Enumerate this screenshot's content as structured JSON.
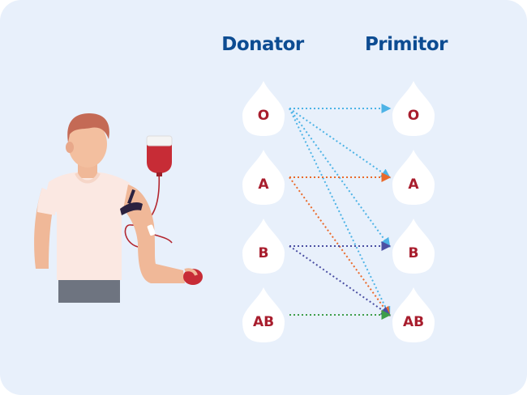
{
  "titles": {
    "donor": "Donator",
    "recipient": "Primitor"
  },
  "colors": {
    "background": "#e8f0fb",
    "title": "#0d4c92",
    "drop": "#ffffff",
    "drop_text": "#a81d2d",
    "arrow_O": "#4db3e6",
    "arrow_A": "#ea6a2b",
    "arrow_B": "#4b4fa3",
    "arrow_AB": "#3e9e4a"
  },
  "donors": [
    "O",
    "A",
    "B",
    "AB"
  ],
  "recipients": [
    "O",
    "A",
    "B",
    "AB"
  ],
  "compatibility": [
    {
      "from": "O",
      "to": [
        "O",
        "A",
        "B",
        "AB"
      ]
    },
    {
      "from": "A",
      "to": [
        "A",
        "AB"
      ]
    },
    {
      "from": "B",
      "to": [
        "B",
        "AB"
      ]
    },
    {
      "from": "AB",
      "to": [
        "AB"
      ]
    }
  ],
  "illustration": {
    "icon": "blood-donor-person-icon"
  }
}
